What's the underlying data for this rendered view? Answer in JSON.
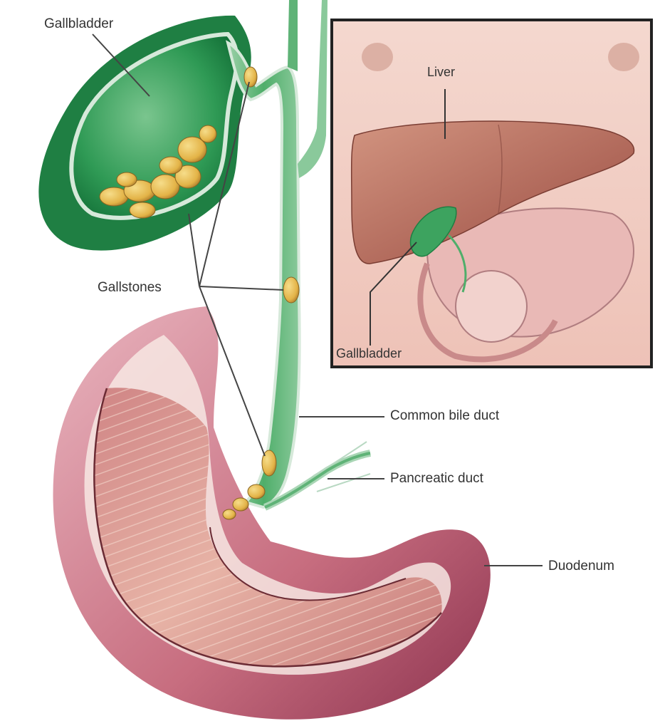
{
  "labels": {
    "gallbladder": "Gallbladder",
    "gallstones": "Gallstones",
    "common_bile_duct": "Common bile duct",
    "pancreatic_duct": "Pancreatic duct",
    "duodenum": "Duodenum"
  },
  "inset": {
    "liver": "Liver",
    "gallbladder": "Gallbladder"
  },
  "colors": {
    "gallbladder_green": "#2f9a55",
    "bile_green": "#4fae6a",
    "stone_yellow": "#e3b347",
    "duodenum_pink": "#c76d7f",
    "liver_brown": "#b0685a",
    "skin": "#f2d2c8"
  }
}
